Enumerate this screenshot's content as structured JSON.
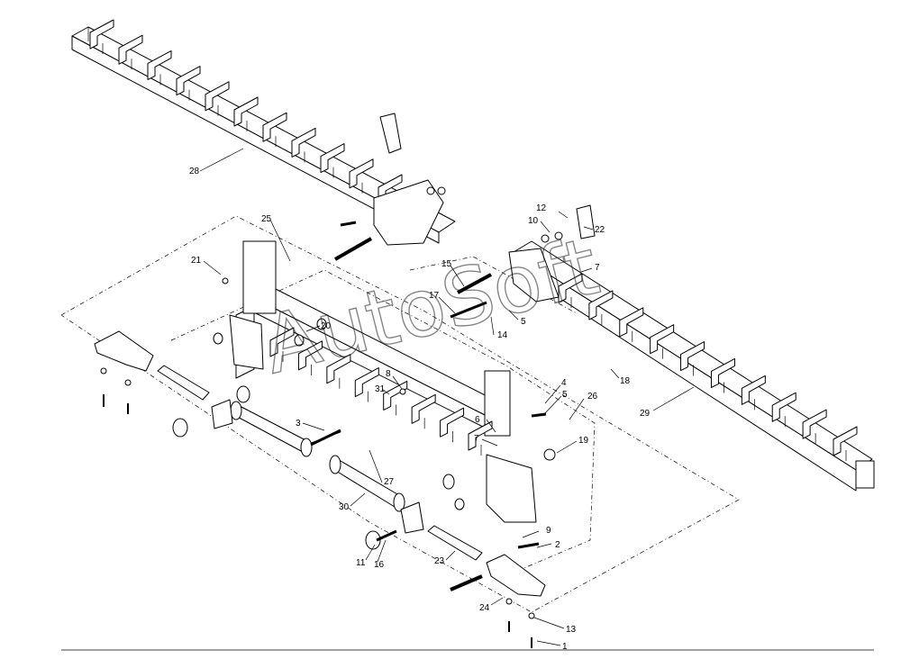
{
  "watermark": "AutoSoft",
  "labels": [
    {
      "id": "28",
      "text": "28"
    },
    {
      "id": "25",
      "text": "25"
    },
    {
      "id": "21",
      "text": "21"
    },
    {
      "id": "15",
      "text": "15"
    },
    {
      "id": "17",
      "text": "17"
    },
    {
      "id": "5a",
      "text": "5"
    },
    {
      "id": "14",
      "text": "14"
    },
    {
      "id": "20",
      "text": "20"
    },
    {
      "id": "12",
      "text": "12"
    },
    {
      "id": "10",
      "text": "10"
    },
    {
      "id": "22",
      "text": "22"
    },
    {
      "id": "7a",
      "text": "7"
    },
    {
      "id": "18",
      "text": "18"
    },
    {
      "id": "29",
      "text": "29"
    },
    {
      "id": "8",
      "text": "8"
    },
    {
      "id": "31",
      "text": "31"
    },
    {
      "id": "6",
      "text": "6"
    },
    {
      "id": "4",
      "text": "4"
    },
    {
      "id": "5b",
      "text": "5"
    },
    {
      "id": "26",
      "text": "26"
    },
    {
      "id": "3",
      "text": "3"
    },
    {
      "id": "7b",
      "text": "7"
    },
    {
      "id": "19",
      "text": "19"
    },
    {
      "id": "27",
      "text": "27"
    },
    {
      "id": "30",
      "text": "30"
    },
    {
      "id": "9",
      "text": "9"
    },
    {
      "id": "2",
      "text": "2"
    },
    {
      "id": "11",
      "text": "11"
    },
    {
      "id": "16",
      "text": "16"
    },
    {
      "id": "23",
      "text": "23"
    },
    {
      "id": "24",
      "text": "24"
    },
    {
      "id": "13",
      "text": "13"
    },
    {
      "id": "1",
      "text": "1"
    }
  ]
}
